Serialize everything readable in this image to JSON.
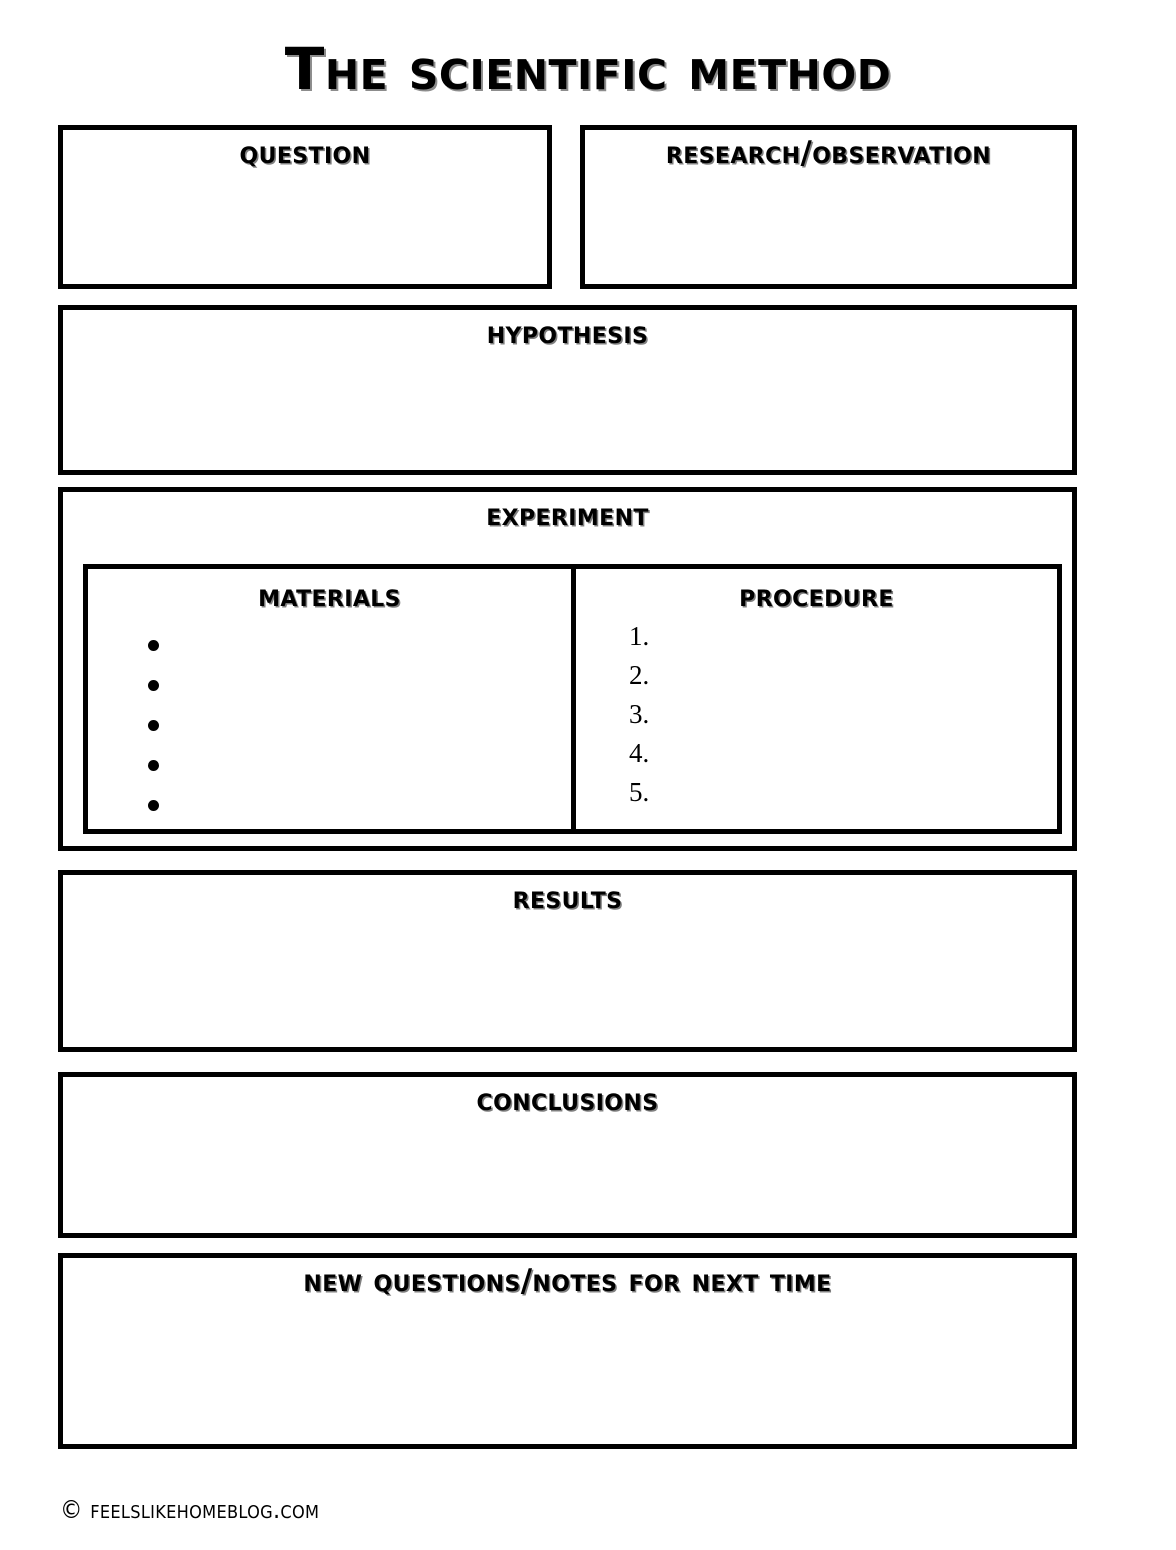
{
  "document": {
    "title": "The scientific method",
    "footer": "© feelslikehomeblog.com"
  },
  "sections": {
    "question": {
      "title": "question"
    },
    "research": {
      "title": "research/observation"
    },
    "hypothesis": {
      "title": "hypothesis"
    },
    "experiment": {
      "title": "experiment",
      "materials": {
        "title": "materials",
        "bullets": [
          "",
          "",
          "",
          "",
          ""
        ]
      },
      "procedure": {
        "title": "procedure",
        "items": [
          "1.",
          "2.",
          "3.",
          "4.",
          "5."
        ]
      }
    },
    "results": {
      "title": "results"
    },
    "conclusions": {
      "title": "conclusions"
    },
    "new_questions": {
      "title": "new questions/notes for next time"
    }
  },
  "colors": {
    "ink": "#000000",
    "paper": "#ffffff"
  }
}
